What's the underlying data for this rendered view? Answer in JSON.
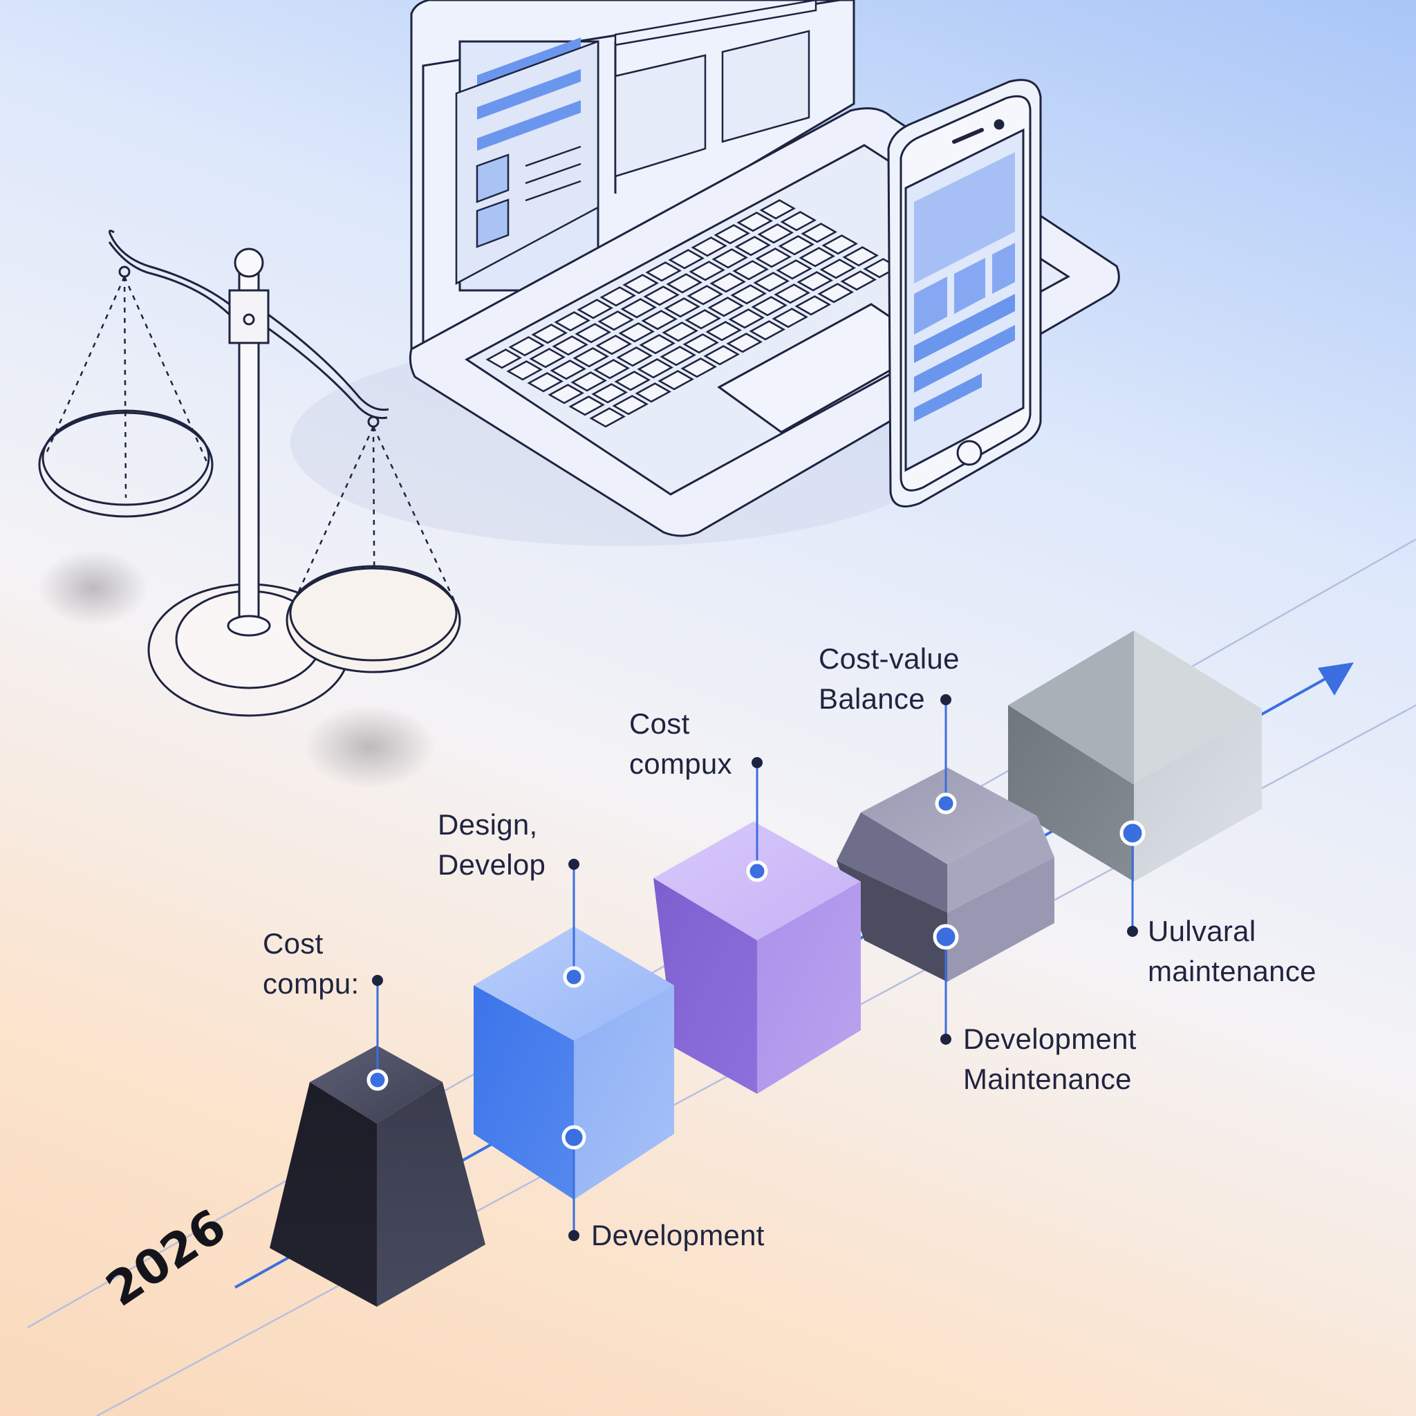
{
  "year": "2026",
  "labels": {
    "block1_top": "Cost\ncompu:",
    "block2_top": "Design,\nDevelop",
    "block3_top": "Cost\ncompux",
    "block4_top": "Cost-value\nBalance",
    "block2_bottom": "Development",
    "block4_bottom": "Development\nMaintenance",
    "block5_bottom": "Uulvaral\nmaintenance"
  },
  "colors": {
    "accent": "#3b6fe0",
    "block1": "#2b2d3a",
    "block2": "#5b8bf0",
    "block3": "#a78be8",
    "block4": "#7e7e98",
    "block5": "#b7bcc4",
    "outline": "#1e2440"
  },
  "icons": [
    "balance-scale-icon",
    "laptop-icon",
    "smartphone-icon",
    "timeline-arrow-icon"
  ]
}
